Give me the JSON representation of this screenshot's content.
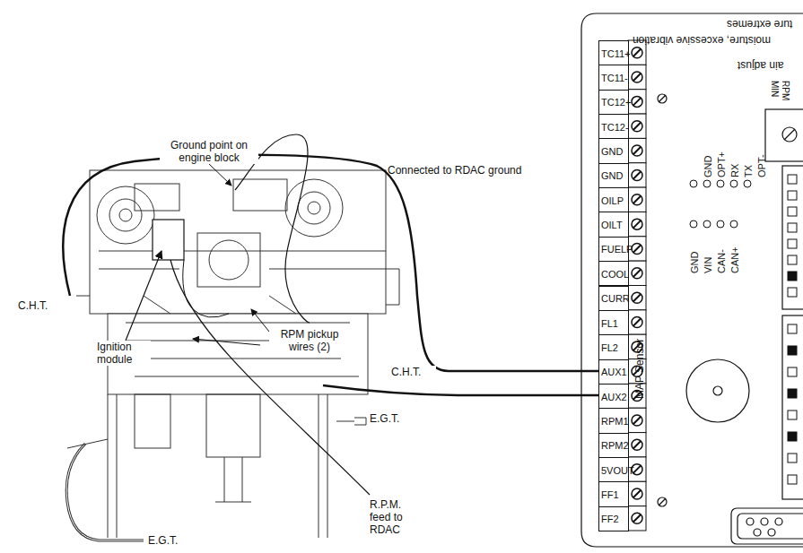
{
  "diagram": {
    "nodes": [
      {
        "text": [
          "TC11+"
        ]
      },
      {
        "text": [
          "TC11-"
        ]
      },
      {
        "text": [
          "TC12+"
        ]
      },
      {
        "text": [
          "TC12-"
        ]
      },
      {
        "text": [
          "GND"
        ]
      },
      {
        "text": [
          "GND"
        ]
      },
      {
        "text": [
          "OILP"
        ]
      },
      {
        "text": [
          "OILT"
        ]
      },
      {
        "text": [
          "FUELP"
        ]
      },
      {
        "text": [
          "COOL"
        ]
      },
      {
        "text": [
          "CURR"
        ]
      },
      {
        "text": [
          "FL1"
        ]
      },
      {
        "text": [
          "FL2"
        ]
      },
      {
        "text": [
          "AUX1"
        ]
      },
      {
        "text": [
          "AUX2"
        ]
      },
      {
        "text": [
          "RPM1"
        ]
      },
      {
        "text": [
          "RPM2"
        ]
      },
      {
        "text": [
          "5VOUT"
        ]
      },
      {
        "text": [
          "FF1"
        ]
      },
      {
        "text": [
          "FF2"
        ]
      }
    ],
    "labels": [
      "Ground point on engine block",
      "Connected to RDAC ground",
      "C.H.T.",
      "Ignition module",
      "RPM pickup wires (2)",
      "C.H.T.",
      "E.G.T.",
      "E.G.T.",
      "R.P.M. feed to RDAC",
      "ture extremes",
      "moisture, excessive vibration",
      "ain adjust",
      "MIN",
      "RPM",
      "GND",
      "OPT+",
      "RX",
      "TX",
      "OPT-",
      "GND",
      "VIN",
      "CAN-",
      "CAN+",
      "MAP Sensor"
    ]
  }
}
